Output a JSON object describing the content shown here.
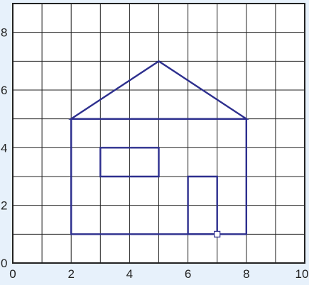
{
  "chart_data": {
    "type": "diagram",
    "title": "",
    "xlabel": "",
    "ylabel": "",
    "xlim": [
      0,
      10
    ],
    "ylim": [
      0,
      9
    ],
    "x_ticks": [
      "0",
      "2",
      "4",
      "6",
      "8",
      "10"
    ],
    "y_ticks": [
      "0",
      "2",
      "4",
      "6",
      "8"
    ],
    "grid": true,
    "shapes": [
      {
        "name": "house-body",
        "points": [
          [
            2,
            1
          ],
          [
            8,
            1
          ],
          [
            8,
            5
          ],
          [
            2,
            5
          ]
        ]
      },
      {
        "name": "roof",
        "points": [
          [
            2,
            5
          ],
          [
            5,
            7
          ],
          [
            8,
            5
          ]
        ]
      },
      {
        "name": "window",
        "points": [
          [
            3,
            3
          ],
          [
            5,
            3
          ],
          [
            5,
            4
          ],
          [
            3,
            4
          ]
        ]
      },
      {
        "name": "door",
        "points": [
          [
            6,
            1
          ],
          [
            7,
            1
          ],
          [
            7,
            3
          ],
          [
            6,
            3
          ]
        ]
      }
    ],
    "marker": {
      "name": "doorknob-marker",
      "x": 7,
      "y": 1
    },
    "colors": {
      "shape": "#2d2f8e",
      "grid": "#222222",
      "background": "#e7f1fb",
      "plot_background": "#ffffff"
    }
  }
}
